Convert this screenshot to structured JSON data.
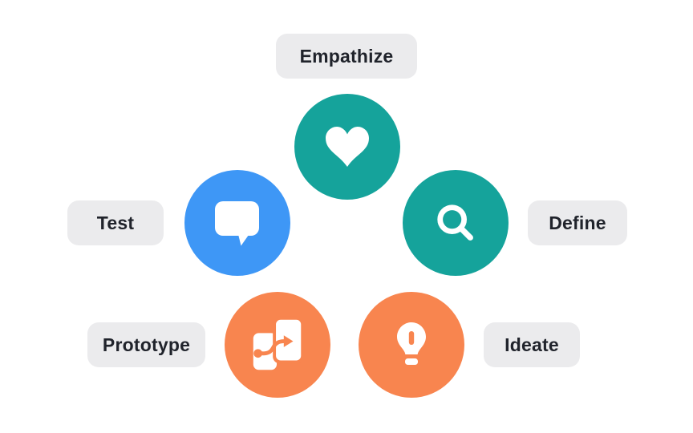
{
  "colors": {
    "background": "#ffffff",
    "label_bg": "#ebebed",
    "label_text": "#20232b",
    "icon": "#ffffff",
    "teal": "#15a39b",
    "blue": "#3e97f6",
    "orange": "#f8854f"
  },
  "diagram": {
    "stages": [
      {
        "id": "empathize",
        "label": "Empathize",
        "icon": "heart-icon",
        "color": "#15a39b"
      },
      {
        "id": "test",
        "label": "Test",
        "icon": "chat-bubble-icon",
        "color": "#3e97f6"
      },
      {
        "id": "define",
        "label": "Define",
        "icon": "magnifier-icon",
        "color": "#15a39b"
      },
      {
        "id": "prototype",
        "label": "Prototype",
        "icon": "prototype-screens-icon",
        "color": "#f8854f"
      },
      {
        "id": "ideate",
        "label": "Ideate",
        "icon": "lightbulb-icon",
        "color": "#f8854f"
      }
    ]
  }
}
